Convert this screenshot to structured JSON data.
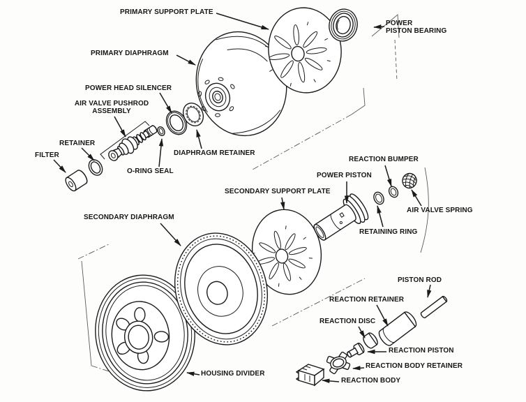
{
  "diagram": {
    "paper_color": "#fdfdfc",
    "ink_color": "#1b1b1b",
    "labels": {
      "primary_support_plate": {
        "text": "PRIMARY SUPPORT PLATE"
      },
      "power_piston_bearing": {
        "text": "POWER\nPISTON BEARING"
      },
      "primary_diaphragm": {
        "text": "PRIMARY DIAPHRAGM"
      },
      "power_head_silencer": {
        "text": "POWER HEAD SILENCER"
      },
      "air_valve_pushrod_assembly": {
        "text": "AIR VALVE PUSHROD\nASSEMBLY"
      },
      "retainer": {
        "text": "RETAINER"
      },
      "filter": {
        "text": "FILTER"
      },
      "o_ring_seal": {
        "text": "O-RING SEAL"
      },
      "diaphragm_retainer": {
        "text": "DIAPHRAGM RETAINER"
      },
      "reaction_bumper": {
        "text": "REACTION BUMPER"
      },
      "power_piston": {
        "text": "POWER PISTON"
      },
      "secondary_support_plate": {
        "text": "SECONDARY SUPPORT PLATE"
      },
      "air_valve_spring": {
        "text": "AIR VALVE SPRING"
      },
      "retaining_ring": {
        "text": "RETAINING RING"
      },
      "secondary_diaphragm": {
        "text": "SECONDARY DIAPHRAGM"
      },
      "piston_rod": {
        "text": "PISTON ROD"
      },
      "reaction_retainer": {
        "text": "REACTION RETAINER"
      },
      "reaction_disc": {
        "text": "REACTION DISC"
      },
      "reaction_piston": {
        "text": "REACTION PISTON"
      },
      "reaction_body_retainer": {
        "text": "REACTION BODY RETAINER"
      },
      "reaction_body": {
        "text": "REACTION BODY"
      },
      "housing_divider": {
        "text": "HOUSING DIVIDER"
      }
    }
  }
}
